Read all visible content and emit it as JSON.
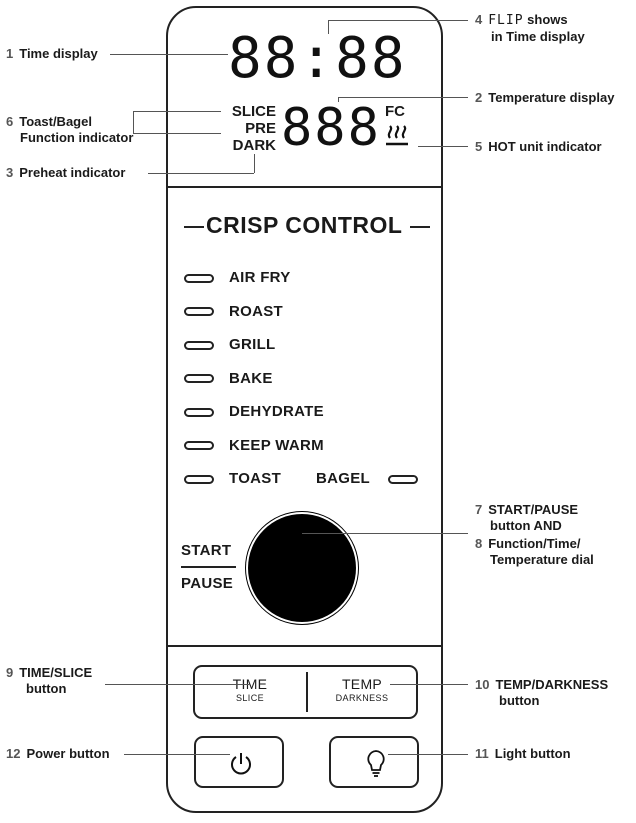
{
  "display": {
    "time_digits": "88:88",
    "temp_digits": "888",
    "unit_labels": "FC",
    "left_labels": [
      "SLICE",
      "PRE",
      "DARK"
    ],
    "hot_icon": "hot-steam-icon"
  },
  "control_panel": {
    "title": "CRISP CONTROL",
    "functions": [
      "AIR FRY",
      "ROAST",
      "GRILL",
      "BAKE",
      "DEHYDRATE",
      "KEEP WARM",
      "TOAST"
    ],
    "bagel_label": "BAGEL",
    "start_label": "START",
    "pause_label": "PAUSE"
  },
  "buttons": {
    "time_main": "TIME",
    "time_sub": "SLICE",
    "temp_main": "TEMP",
    "temp_sub": "DARKNESS",
    "power_icon": "power-icon",
    "light_icon": "lightbulb-icon"
  },
  "callouts": [
    {
      "num": "1",
      "text": "Time display"
    },
    {
      "num": "2",
      "text": "Temperature display"
    },
    {
      "num": "3",
      "text": "Preheat indicator"
    },
    {
      "num": "4",
      "flip": "FLIP",
      "text1": " shows",
      "text2": "in Time display"
    },
    {
      "num": "5",
      "text": "HOT unit indicator"
    },
    {
      "num": "6",
      "text1": "Toast/Bagel",
      "text2": "Function indicator"
    },
    {
      "num": "7",
      "text1": "START/PAUSE",
      "text2": "button AND"
    },
    {
      "num": "8",
      "text1": "Function/Time/",
      "text2": "Temperature dial"
    },
    {
      "num": "9",
      "text1": "TIME/SLICE",
      "text2": "button"
    },
    {
      "num": "10",
      "text1": "TEMP/DARKNESS",
      "text2": "button"
    },
    {
      "num": "11",
      "text": "Light button"
    },
    {
      "num": "12",
      "text": "Power button"
    }
  ],
  "colors": {
    "ink": "#1a1a1a",
    "dial": "#000000",
    "leader": "#555555"
  }
}
